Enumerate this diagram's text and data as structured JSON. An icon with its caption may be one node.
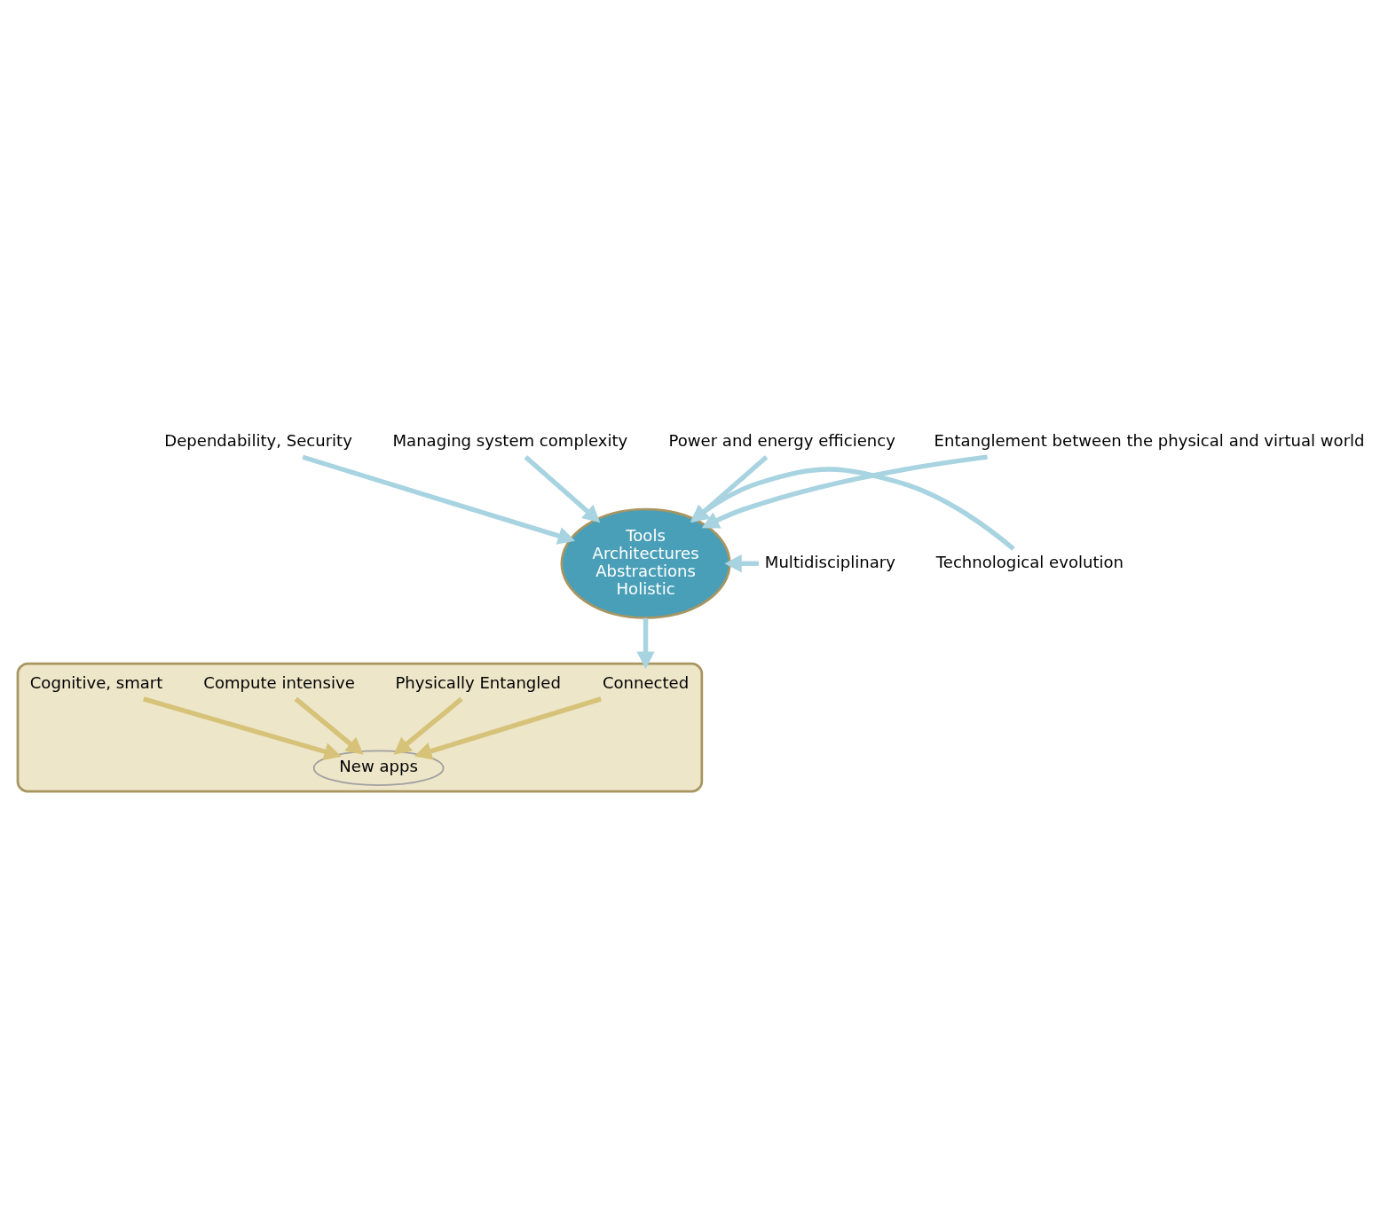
{
  "diagram": {
    "nodes": [
      {
        "text": [
          "Dependability, Security"
        ]
      },
      {
        "text": [
          "Managing system complexity"
        ]
      },
      {
        "text": [
          "Power and energy efficiency"
        ]
      },
      {
        "text": [
          "Entanglement between the physical and virtual world"
        ]
      },
      {
        "text": [
          "Multidisciplinary"
        ]
      },
      {
        "text": [
          "Tools",
          "Architectures",
          "Abstractions",
          "Holistic"
        ]
      },
      {
        "text": [
          "Technological evolution"
        ]
      },
      {
        "text": [],
        "shape": "ellipse"
      },
      {
        "text": [
          "Connected"
        ],
        "in": 7
      },
      {
        "text": [
          "Physically Entangled"
        ],
        "in": 7
      },
      {
        "text": [
          "New apps"
        ],
        "in": 7
      },
      {
        "text": [
          "Compute intensive"
        ],
        "in": 7
      },
      {
        "text": [
          "Cognitive, smart"
        ],
        "in": 7
      }
    ],
    "edges": [
      {
        "from": 0,
        "to": 5,
        "arrow": "to"
      },
      {
        "from": 1,
        "to": 5,
        "arrow": "to"
      },
      {
        "from": 2,
        "to": 5,
        "arrow": "to"
      },
      {
        "from": 3,
        "to": 5,
        "arrow": "to"
      },
      {
        "from": 4,
        "to": 5,
        "arrow": "to"
      },
      {
        "from": 6,
        "to": 5,
        "arrow": "to"
      },
      {
        "from": 5,
        "to": 7,
        "arrow": "to"
      },
      {
        "from": 8,
        "to": 10,
        "arrow": "to",
        "color": "#d6c278"
      },
      {
        "from": 9,
        "to": 10,
        "arrow": "to",
        "color": "#d6c278"
      },
      {
        "from": 11,
        "to": 10,
        "arrow": "to",
        "color": "#d6c278"
      },
      {
        "from": 12,
        "to": 10,
        "arrow": "to",
        "color": "#d6c278"
      }
    ]
  }
}
